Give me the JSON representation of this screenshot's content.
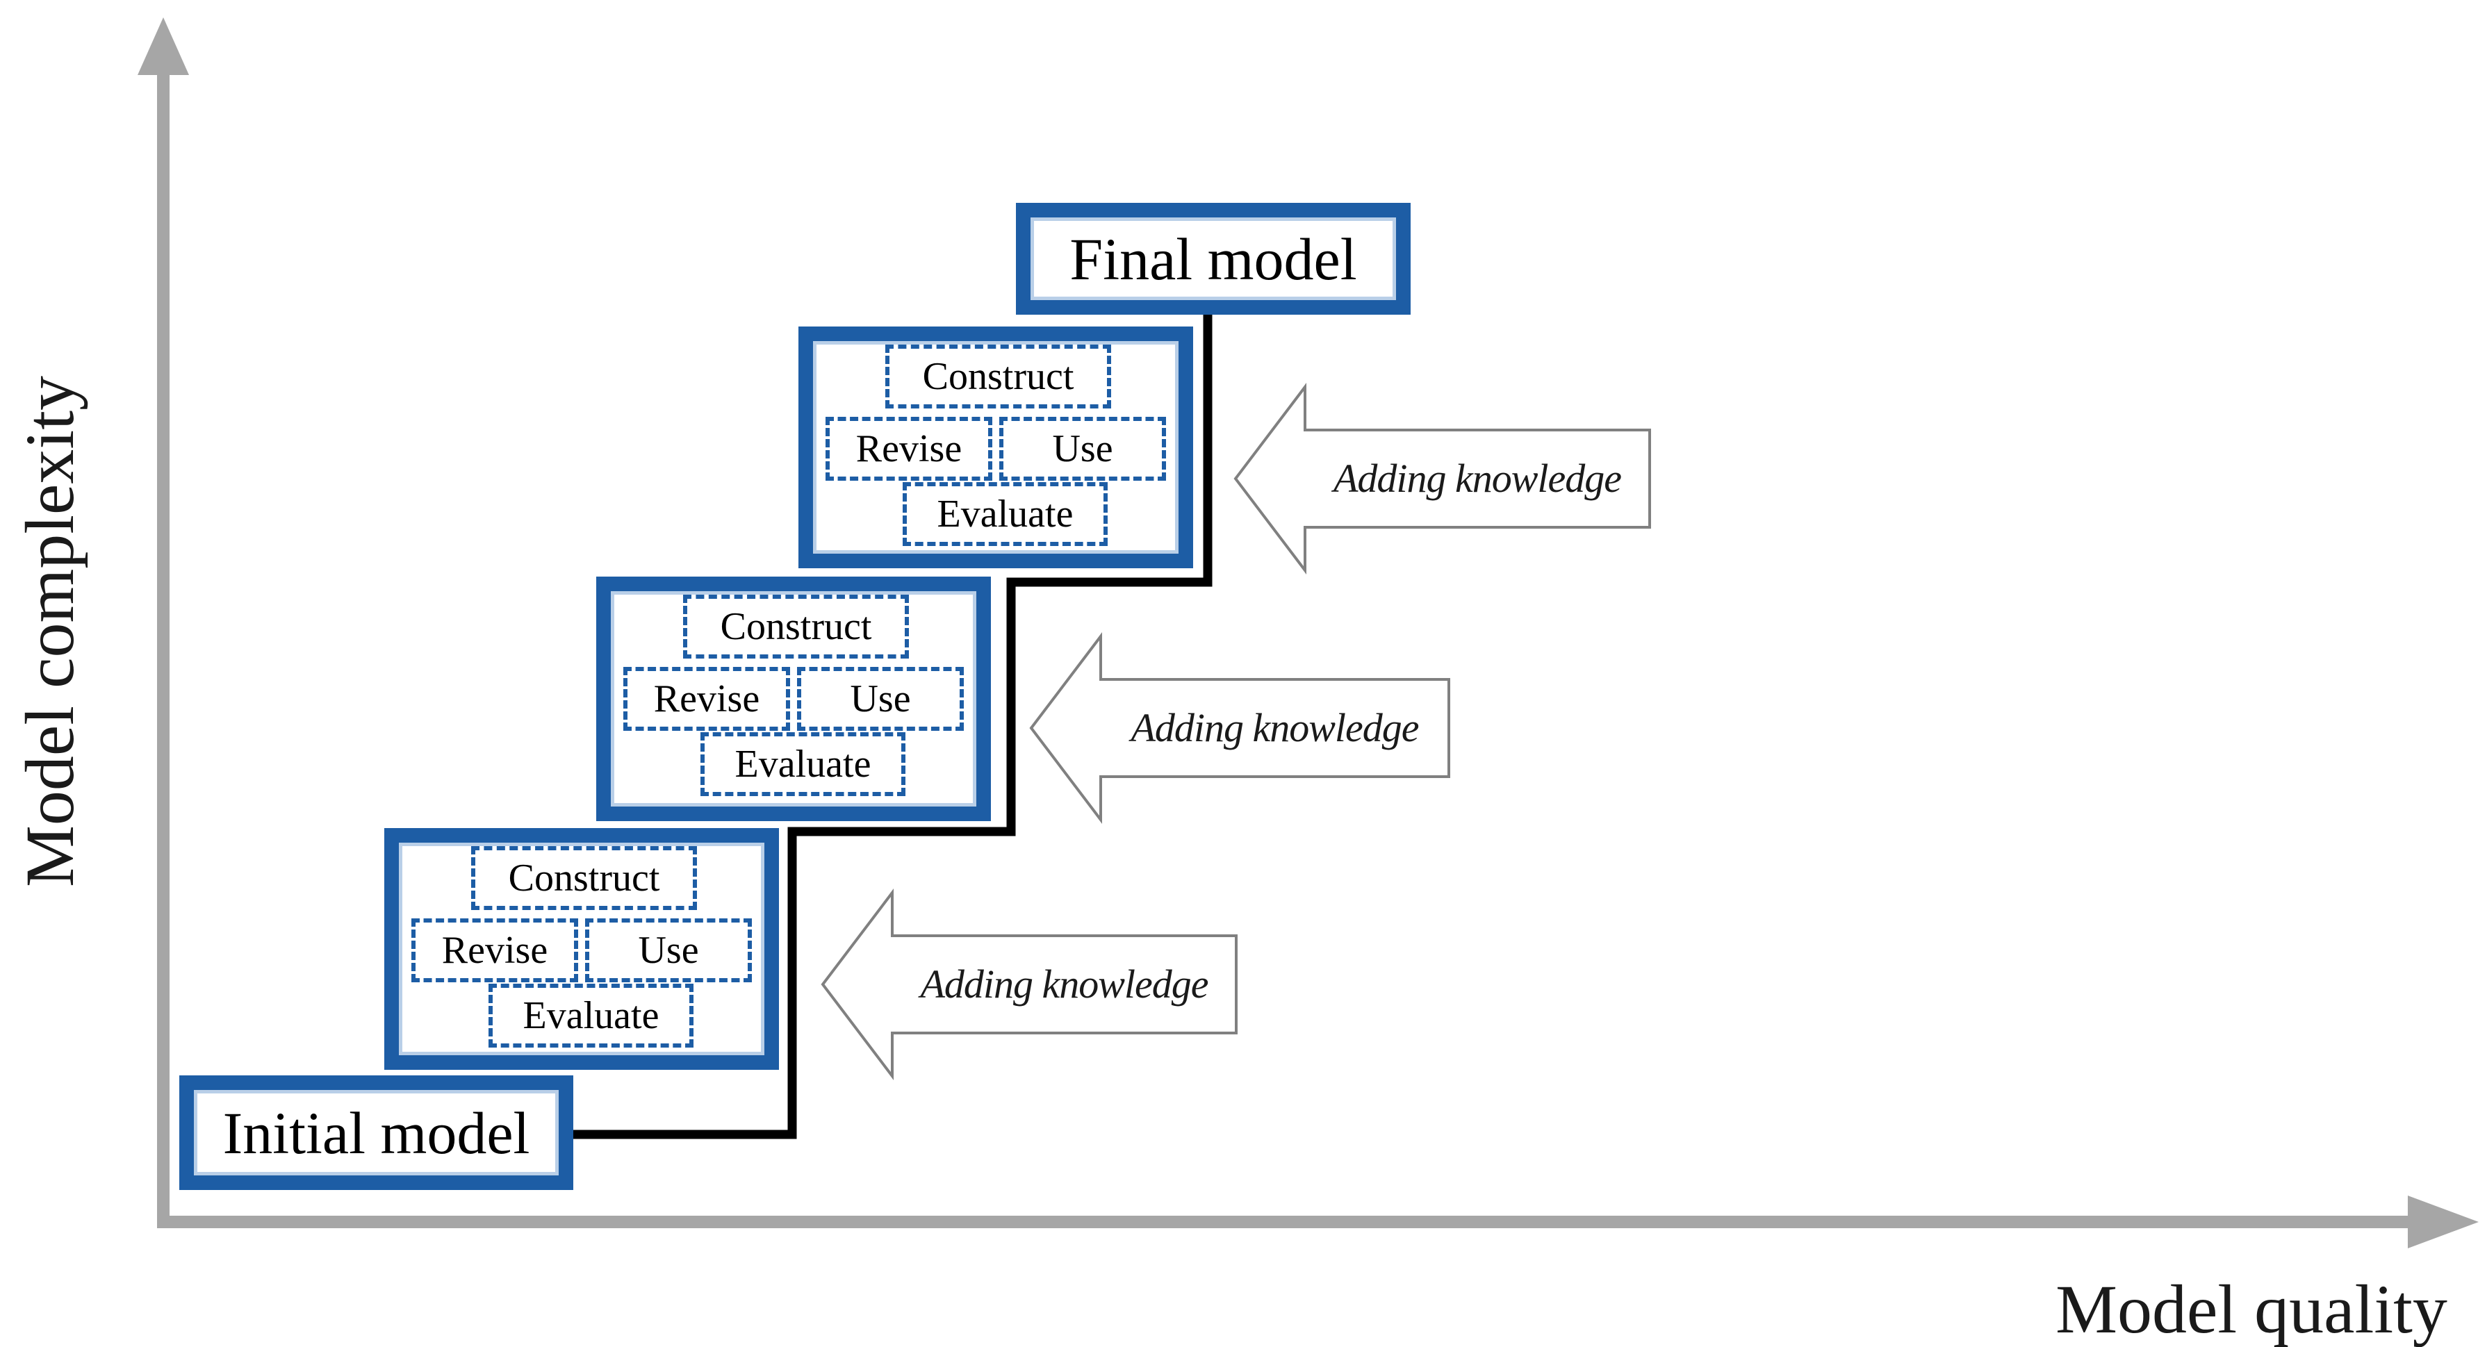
{
  "diagram": {
    "y_axis_label": "Model complexity",
    "x_axis_label": "Model quality",
    "initial_model_label": "Initial model",
    "final_model_label": "Final model",
    "cycle_steps": {
      "construct": "Construct",
      "revise": "Revise",
      "use": "Use",
      "evaluate": "Evaluate"
    },
    "adding_knowledge_arrows": [
      "Adding knowledge",
      "Adding knowledge",
      "Adding knowledge"
    ],
    "colors": {
      "box_blue": "#1d5da5",
      "box_inner_line": "#b9cfe8",
      "dashed_blue": "#1d5da5",
      "step_line": "#000000",
      "axis_gray": "#a6a6a6",
      "arrow_outline": "#808080",
      "text_black": "#111111"
    }
  }
}
